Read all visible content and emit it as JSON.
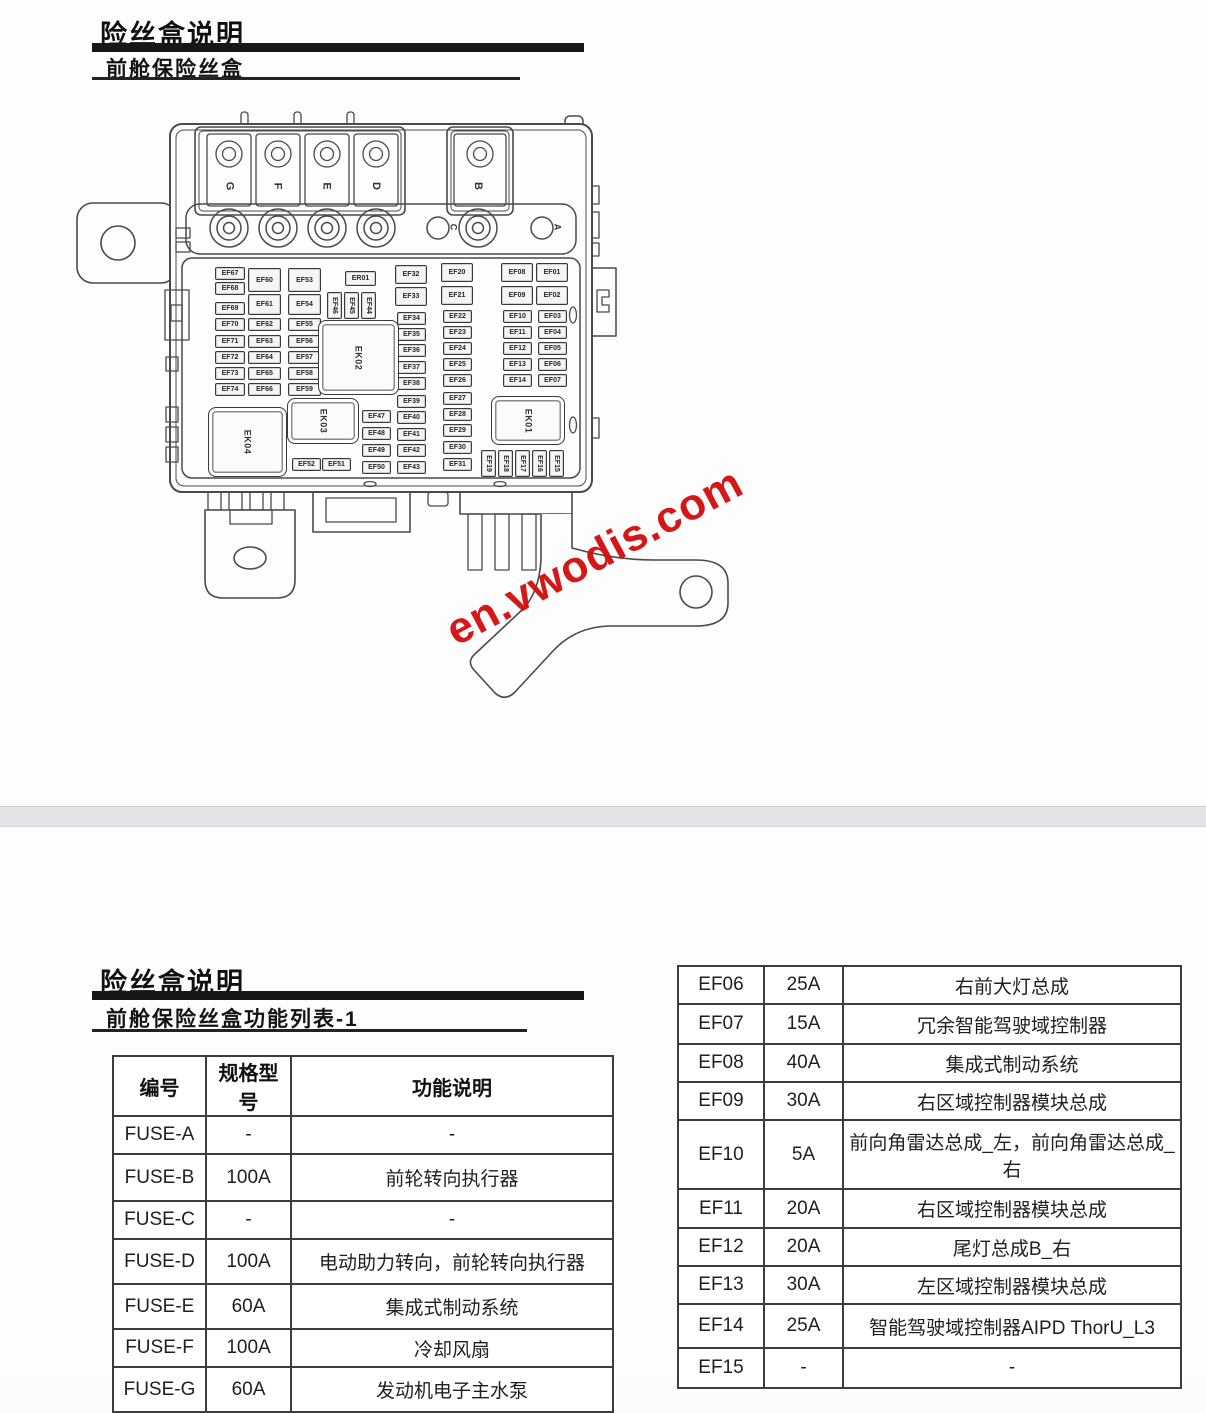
{
  "page1": {
    "title": "险丝盒说明",
    "subtitle": "前舱保险丝盒"
  },
  "watermark": {
    "text": "en.vwodis.com",
    "color": "#d30b0b"
  },
  "fusebox": {
    "big_fuses": [
      [
        "G",
        159
      ],
      [
        "F",
        208
      ],
      [
        "E",
        257
      ],
      [
        "D",
        306
      ],
      [
        "B",
        408
      ]
    ],
    "terminals": [
      [
        "C",
        380
      ],
      [
        "A",
        484
      ]
    ],
    "relays": [
      [
        "EK02",
        248,
        210,
        79,
        73
      ],
      [
        "EK03",
        217,
        288,
        70,
        44
      ],
      [
        "EK04",
        138,
        297,
        77,
        68
      ],
      [
        "EK01",
        421,
        286,
        72,
        47
      ]
    ],
    "fuses": [
      [
        "ER01",
        275,
        161,
        29,
        13
      ],
      [
        "EF67",
        145,
        157,
        28,
        11
      ],
      [
        "EF68",
        145,
        172,
        28,
        11
      ],
      [
        "EF69",
        145,
        192,
        28,
        11
      ],
      [
        "EF70",
        145,
        208,
        28,
        11
      ],
      [
        "EF71",
        145,
        225,
        28,
        11
      ],
      [
        "EF72",
        145,
        241,
        28,
        11
      ],
      [
        "EF73",
        145,
        257,
        28,
        11
      ],
      [
        "EF74",
        145,
        273,
        28,
        11
      ],
      [
        "EF60",
        178,
        158,
        31,
        22
      ],
      [
        "EF61",
        178,
        184,
        31,
        19
      ],
      [
        "EF62",
        178,
        208,
        31,
        11
      ],
      [
        "EF63",
        178,
        225,
        31,
        11
      ],
      [
        "EF64",
        178,
        241,
        31,
        11
      ],
      [
        "EF65",
        178,
        257,
        31,
        11
      ],
      [
        "EF66",
        178,
        273,
        31,
        11
      ],
      [
        "EF53",
        218,
        158,
        31,
        22
      ],
      [
        "EF54",
        218,
        184,
        31,
        19
      ],
      [
        "EF55",
        218,
        208,
        31,
        11
      ],
      [
        "EF56",
        218,
        225,
        31,
        11
      ],
      [
        "EF57",
        218,
        241,
        31,
        11
      ],
      [
        "EF58",
        218,
        257,
        31,
        11
      ],
      [
        "EF59",
        218,
        273,
        31,
        11
      ],
      [
        "EF46",
        257,
        182,
        13,
        25,
        "v"
      ],
      [
        "EF45",
        274,
        182,
        13,
        25,
        "v"
      ],
      [
        "EF44",
        291,
        182,
        13,
        25,
        "v"
      ],
      [
        "EF32",
        325,
        155,
        30,
        17
      ],
      [
        "EF33",
        325,
        177,
        30,
        17
      ],
      [
        "EF34",
        327,
        202,
        27,
        11
      ],
      [
        "EF35",
        327,
        218,
        27,
        11
      ],
      [
        "EF36",
        327,
        234,
        27,
        11
      ],
      [
        "EF37",
        327,
        251,
        27,
        11
      ],
      [
        "EF38",
        327,
        267,
        27,
        11
      ],
      [
        "EF39",
        327,
        285,
        27,
        11
      ],
      [
        "EF40",
        327,
        301,
        27,
        11
      ],
      [
        "EF41",
        327,
        318,
        27,
        11
      ],
      [
        "EF42",
        327,
        334,
        27,
        11
      ],
      [
        "EF43",
        327,
        351,
        27,
        11
      ],
      [
        "EF20",
        371,
        153,
        30,
        17
      ],
      [
        "EF21",
        371,
        176,
        30,
        17
      ],
      [
        "EF22",
        373,
        200,
        27,
        11
      ],
      [
        "EF23",
        373,
        216,
        27,
        11
      ],
      [
        "EF24",
        373,
        232,
        27,
        11
      ],
      [
        "EF25",
        373,
        248,
        27,
        11
      ],
      [
        "EF26",
        373,
        264,
        27,
        11
      ],
      [
        "EF27",
        373,
        282,
        27,
        11
      ],
      [
        "EF28",
        373,
        298,
        27,
        11
      ],
      [
        "EF29",
        373,
        314,
        27,
        11
      ],
      [
        "EF30",
        373,
        331,
        27,
        11
      ],
      [
        "EF31",
        373,
        348,
        27,
        11
      ],
      [
        "EF08",
        431,
        153,
        30,
        17
      ],
      [
        "EF09",
        431,
        176,
        30,
        17
      ],
      [
        "EF10",
        433,
        200,
        27,
        11
      ],
      [
        "EF11",
        433,
        216,
        27,
        11
      ],
      [
        "EF12",
        433,
        232,
        27,
        11
      ],
      [
        "EF13",
        433,
        248,
        27,
        11
      ],
      [
        "EF14",
        433,
        264,
        27,
        11
      ],
      [
        "EF01",
        466,
        153,
        30,
        17
      ],
      [
        "EF02",
        466,
        176,
        30,
        17
      ],
      [
        "EF03",
        468,
        200,
        27,
        11
      ],
      [
        "EF04",
        468,
        216,
        27,
        11
      ],
      [
        "EF05",
        468,
        232,
        27,
        11
      ],
      [
        "EF06",
        468,
        248,
        27,
        11
      ],
      [
        "EF07",
        468,
        264,
        27,
        11
      ],
      [
        "EF47",
        292,
        300,
        27,
        11
      ],
      [
        "EF48",
        292,
        317,
        27,
        11
      ],
      [
        "EF49",
        292,
        334,
        27,
        11
      ],
      [
        "EF50",
        292,
        351,
        27,
        11
      ],
      [
        "EF52",
        222,
        348,
        27,
        11
      ],
      [
        "EF51",
        252,
        348,
        27,
        11
      ],
      [
        "EF19",
        411,
        340,
        13,
        25,
        "v"
      ],
      [
        "EF18",
        428,
        340,
        13,
        25,
        "v"
      ],
      [
        "EF17",
        445,
        340,
        13,
        25,
        "v"
      ],
      [
        "EF16",
        462,
        340,
        13,
        25,
        "v"
      ],
      [
        "EF15",
        479,
        340,
        13,
        25,
        "v"
      ]
    ]
  },
  "page2": {
    "title": "险丝盒说明",
    "subtitle": "前舱保险丝盒功能列表-1",
    "left_table": {
      "headers": [
        "编号",
        "规格型号",
        "功能说明"
      ],
      "rows": [
        [
          "FUSE-A",
          "-",
          "-"
        ],
        [
          "FUSE-B",
          "100A",
          "前轮转向执行器"
        ],
        [
          "FUSE-C",
          "-",
          "-"
        ],
        [
          "FUSE-D",
          "100A",
          "电动助力转向，前轮转向执行器"
        ],
        [
          "FUSE-E",
          "60A",
          "集成式制动系统"
        ],
        [
          "FUSE-F",
          "100A",
          "冷却风扇"
        ],
        [
          "FUSE-G",
          "60A",
          "发动机电子主水泵"
        ]
      ]
    },
    "right_table": {
      "rows": [
        [
          "EF06",
          "25A",
          "右前大灯总成"
        ],
        [
          "EF07",
          "15A",
          "冗余智能驾驶域控制器"
        ],
        [
          "EF08",
          "40A",
          "集成式制动系统"
        ],
        [
          "EF09",
          "30A",
          "右区域控制器模块总成"
        ],
        [
          "EF10",
          "5A",
          "前向角雷达总成_左，前向角雷达总成_右"
        ],
        [
          "EF11",
          "20A",
          "右区域控制器模块总成"
        ],
        [
          "EF12",
          "20A",
          "尾灯总成B_右"
        ],
        [
          "EF13",
          "30A",
          "左区域控制器模块总成"
        ],
        [
          "EF14",
          "25A",
          "智能驾驶域控制器AIPD ThorU_L3"
        ],
        [
          "EF15",
          "-",
          "-"
        ]
      ]
    }
  }
}
